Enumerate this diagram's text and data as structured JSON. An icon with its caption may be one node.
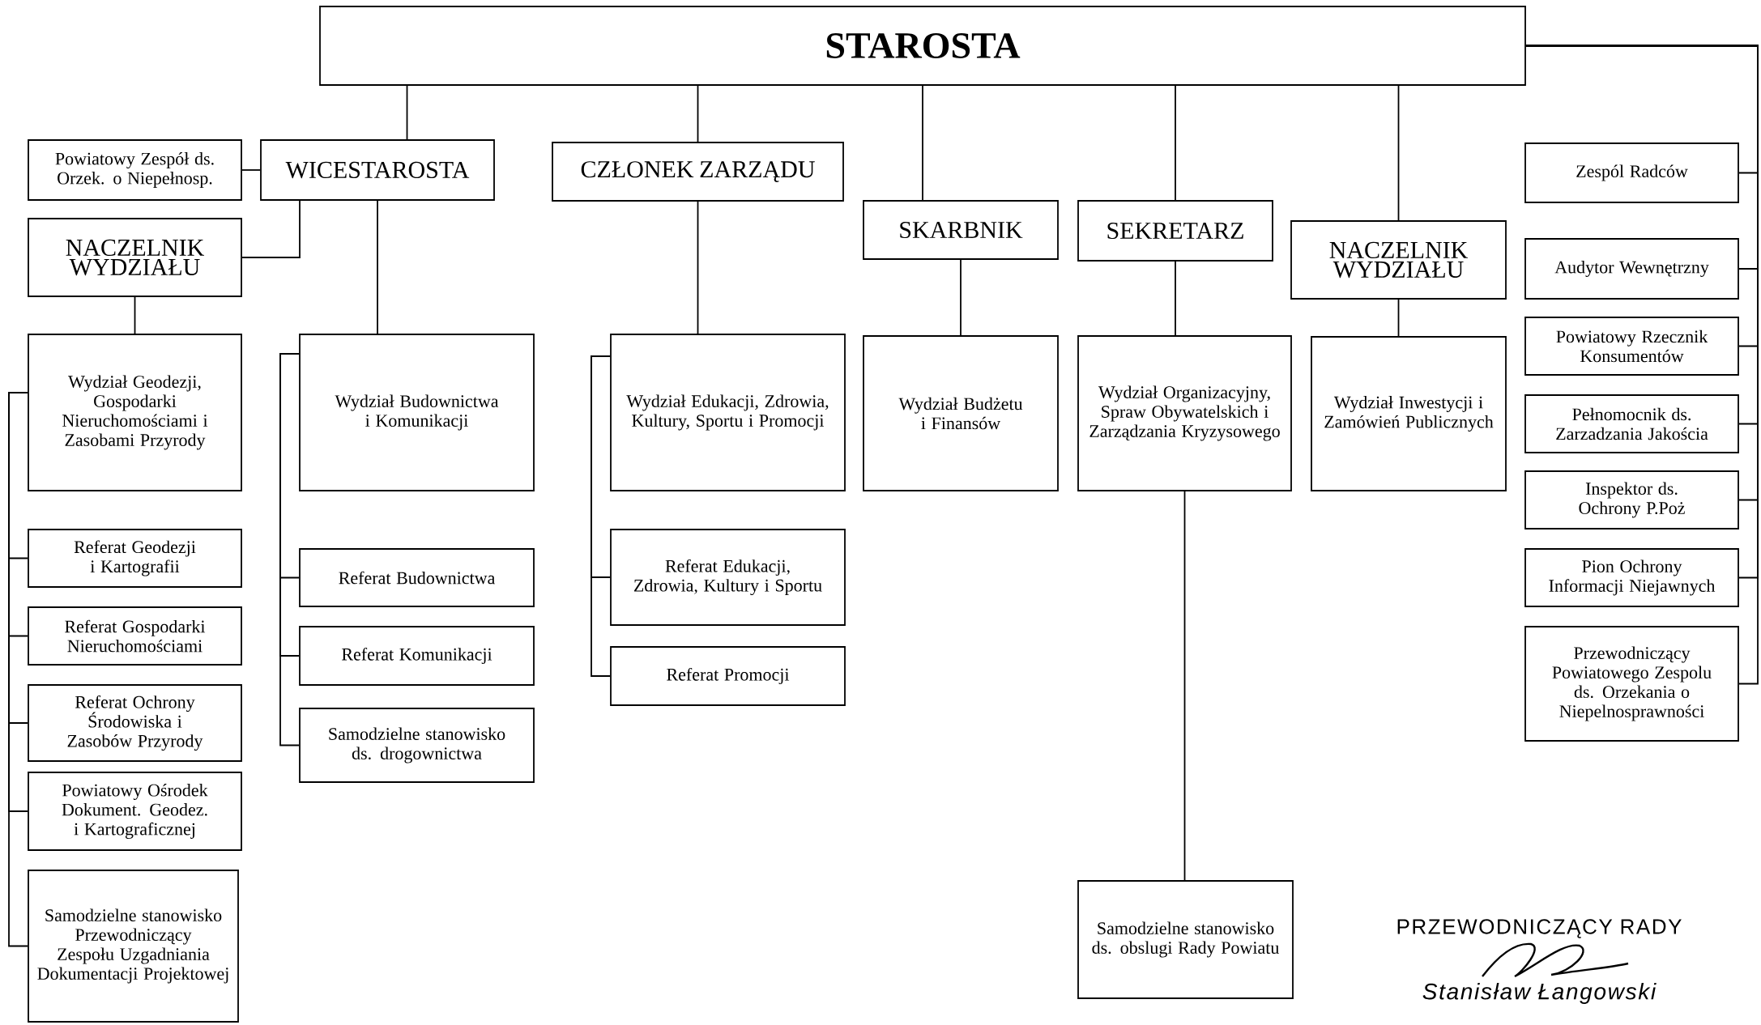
{
  "diagram": {
    "nodes": [
      {
        "text": [
          "STAROSTA"
        ]
      },
      {
        "text": [
          "Powiatowy Zespół ds. Orzek. o Niepełnosp."
        ]
      },
      {
        "text": [
          "WICESTAROSTA"
        ]
      },
      {
        "text": [
          "CZŁONEK ZARZĄDU"
        ]
      },
      {
        "text": [
          "SKARBNIK"
        ]
      },
      {
        "text": [
          "SEKRETARZ"
        ]
      },
      {
        "text": [
          "NACZELNIK WYDZIAŁU"
        ]
      },
      {
        "text": [
          "Zespól Radców"
        ]
      },
      {
        "text": [
          "NACZELNIK WYDZIAŁU"
        ]
      },
      {
        "text": [
          "Audytor Wewnętrzny"
        ]
      },
      {
        "text": [
          "Wydział Geodezji, Gospodarki Nieruchomościami i Zasobami Przyrody"
        ]
      },
      {
        "text": [
          "Wydział Budownictwa i Komunikacji"
        ]
      },
      {
        "text": [
          "Wydział Edukacji, Zdrowia, Kultury, Sportu i Promocji"
        ]
      },
      {
        "text": [
          "Wydział Budżetu i Finansów"
        ]
      },
      {
        "text": [
          "Wydział Organizacyjny, Spraw Obywatelskich i Zarządzania Kryzysowego"
        ]
      },
      {
        "text": [
          "Wydział Inwestycji i Zamówień Publicznych"
        ]
      },
      {
        "text": [
          "Powiatowy Rzecznik Konsumentów"
        ]
      },
      {
        "text": [
          "Pełnomocnik ds. Zarzadzania Jakościa"
        ]
      },
      {
        "text": [
          "Inspektor ds. Ochrony P.Poż"
        ]
      },
      {
        "text": [
          "Referat Geodezji i Kartografii"
        ]
      },
      {
        "text": [
          "Pion Ochrony Informacji Niejawnych"
        ]
      },
      {
        "text": [
          "Referat Budownictwa"
        ]
      },
      {
        "text": [
          "Referat Edukacji, Zdrowia, Kultury i Sportu"
        ]
      },
      {
        "text": [
          "Referat Gospodarki Nieruchomościami"
        ]
      },
      {
        "text": [
          "Referat Komunikacji"
        ]
      },
      {
        "text": [
          "Referat Promocji"
        ]
      },
      {
        "text": [
          "Przewodniczący Powiatowego Zespolu ds. Orzekania o Niepelnosprawności"
        ]
      },
      {
        "text": [
          "Referat Ochrony Środowiska i Zasobów Przyrody"
        ]
      },
      {
        "text": [
          "Samodzielne stanowisko ds. drogownictwa"
        ]
      },
      {
        "text": [
          "Powiatowy Ośrodek Dokument. Geodez. i Kartograficznej"
        ]
      },
      {
        "text": [
          "Samodzielne stanowisko Przewodniczący Zespołu Uzgadniania Dokumentacji Projektowej"
        ]
      },
      {
        "text": [
          "Samodzielne stanowisko ds. obslugi Rady Powiatu"
        ]
      }
    ],
    "edges": [
      {
        "from": 0,
        "to": 2,
        "arrow": "none"
      },
      {
        "from": 0,
        "to": 3,
        "arrow": "none"
      },
      {
        "from": 0,
        "to": 4,
        "arrow": "none"
      },
      {
        "from": 0,
        "to": 5,
        "arrow": "none"
      },
      {
        "from": 0,
        "to": 6,
        "arrow": "none"
      },
      {
        "from": 0,
        "to": 7,
        "arrow": "none"
      },
      {
        "from": 0,
        "to": 9,
        "arrow": "none"
      },
      {
        "from": 0,
        "to": 16,
        "arrow": "none"
      },
      {
        "from": 0,
        "to": 17,
        "arrow": "none"
      },
      {
        "from": 0,
        "to": 18,
        "arrow": "none"
      },
      {
        "from": 0,
        "to": 20,
        "arrow": "none"
      },
      {
        "from": 0,
        "to": 26,
        "arrow": "none"
      },
      {
        "from": 2,
        "to": 1,
        "arrow": "none"
      },
      {
        "from": 2,
        "to": 8,
        "arrow": "none"
      },
      {
        "from": 2,
        "to": 11,
        "arrow": "none"
      },
      {
        "from": 8,
        "to": 10,
        "arrow": "none"
      },
      {
        "from": 10,
        "to": 19,
        "arrow": "none"
      },
      {
        "from": 10,
        "to": 23,
        "arrow": "none"
      },
      {
        "from": 10,
        "to": 27,
        "arrow": "none"
      },
      {
        "from": 10,
        "to": 29,
        "arrow": "none"
      },
      {
        "from": 10,
        "to": 30,
        "arrow": "none"
      },
      {
        "from": 11,
        "to": 21,
        "arrow": "none"
      },
      {
        "from": 11,
        "to": 24,
        "arrow": "none"
      },
      {
        "from": 11,
        "to": 28,
        "arrow": "none"
      },
      {
        "from": 3,
        "to": 12,
        "arrow": "none"
      },
      {
        "from": 12,
        "to": 22,
        "arrow": "none"
      },
      {
        "from": 12,
        "to": 25,
        "arrow": "none"
      },
      {
        "from": 4,
        "to": 13,
        "arrow": "none"
      },
      {
        "from": 5,
        "to": 14,
        "arrow": "none"
      },
      {
        "from": 6,
        "to": 15,
        "arrow": "none"
      },
      {
        "from": 14,
        "to": 31,
        "arrow": "none"
      }
    ],
    "labels": [
      "PRZEWODNICZĄCY RADY",
      "Stanisław Łangowski"
    ]
  }
}
